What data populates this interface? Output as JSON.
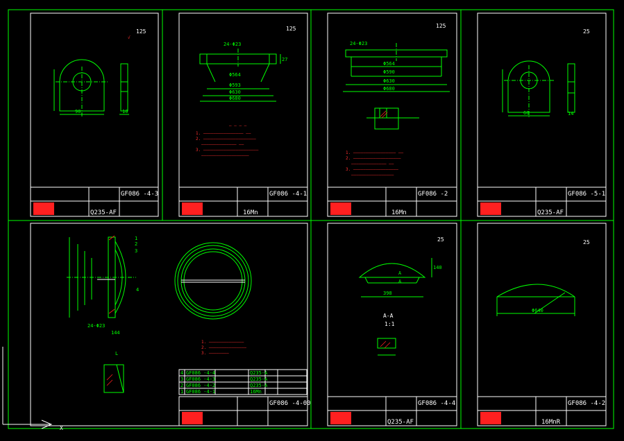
{
  "colors": {
    "background": "#000000",
    "line": "#00ff00",
    "frame": "#ffffff",
    "text_red": "#ff2020"
  },
  "sheets": [
    {
      "id": "s1",
      "drawing_no": "GF086 -4-3",
      "material": "Q235-AF",
      "roughness": "125",
      "dims": [
        "90",
        "10"
      ]
    },
    {
      "id": "s2",
      "drawing_no": "GF086 -4-1",
      "material": "16Mn",
      "roughness": "125",
      "dims": [
        "24-Φ23",
        "Φ564",
        "Φ593",
        "Φ630",
        "Φ680",
        "27"
      ]
    },
    {
      "id": "s3",
      "drawing_no": "GF086 -2",
      "material": "16Mn",
      "roughness": "125",
      "dims": [
        "24-Φ23",
        "Φ564",
        "Φ590",
        "Φ630",
        "Φ680"
      ]
    },
    {
      "id": "s4",
      "drawing_no": "GF086 -5-1",
      "material": "Q235-AF",
      "roughness": "25",
      "dims": [
        "60",
        "14"
      ]
    },
    {
      "id": "s5",
      "drawing_no": "GF086 -4-00",
      "material": "",
      "roughness": "",
      "dims": [
        "24-Φ23",
        "144",
        "1",
        "2",
        "3",
        "4"
      ],
      "bom": [
        {
          "n": "4",
          "no": "GF086 -4-4",
          "mat": "Q235-A"
        },
        {
          "n": "3",
          "no": "GF086 -4-3",
          "mat": "Q235-A"
        },
        {
          "n": "2",
          "no": "GF086 -4-2",
          "mat": "Q235-A"
        },
        {
          "n": "1",
          "no": "GF086 -4-1",
          "mat": "16Mn"
        }
      ]
    },
    {
      "id": "s6",
      "drawing_no": "GF086 -4-4",
      "material": "Q235-AF",
      "roughness": "25",
      "dims": [
        "A-A",
        "1:1",
        "A",
        "A",
        "140",
        "398"
      ]
    },
    {
      "id": "s7",
      "drawing_no": "GF086 -4-2",
      "material": "16MnR",
      "roughness": "25",
      "dims": [
        "Φ640"
      ]
    }
  ],
  "canvas": {
    "cursor_label": "X"
  }
}
